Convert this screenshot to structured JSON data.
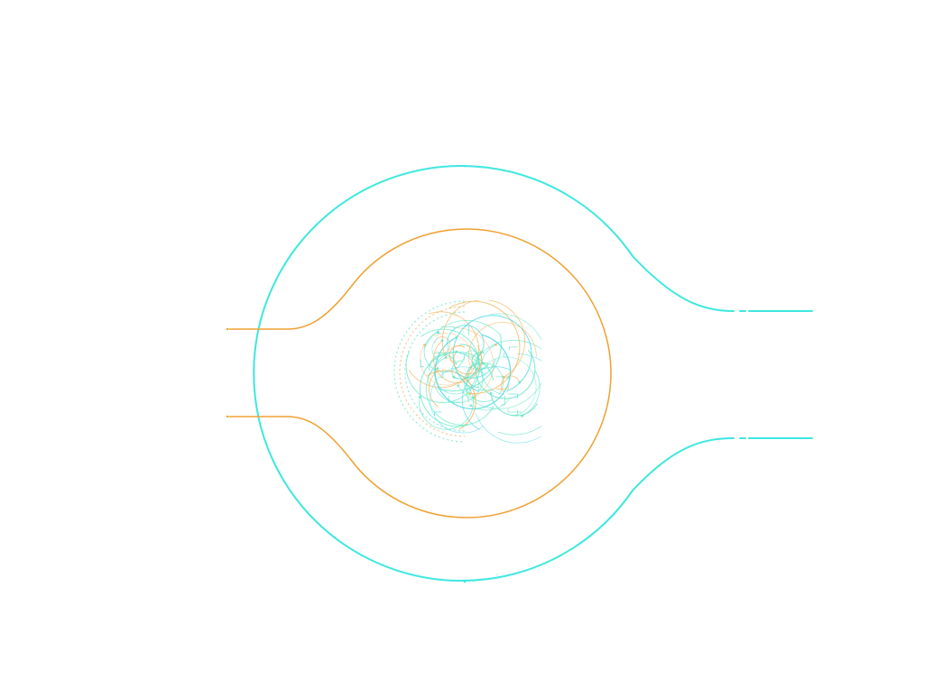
{
  "diagram": {
    "colors": {
      "background": "#ffffff",
      "outer_line": "#3de8e0",
      "inner_line": "#f0a030",
      "core_primary": "#5fe6c4",
      "core_secondary": "#f2b25a",
      "core_tertiary": "#46d9e2"
    },
    "shapes": {
      "outer_keyhole": "cyan-keyhole-outline",
      "inner_keyhole": "orange-keyhole-outline",
      "core": "circuit-scribble-core"
    }
  }
}
